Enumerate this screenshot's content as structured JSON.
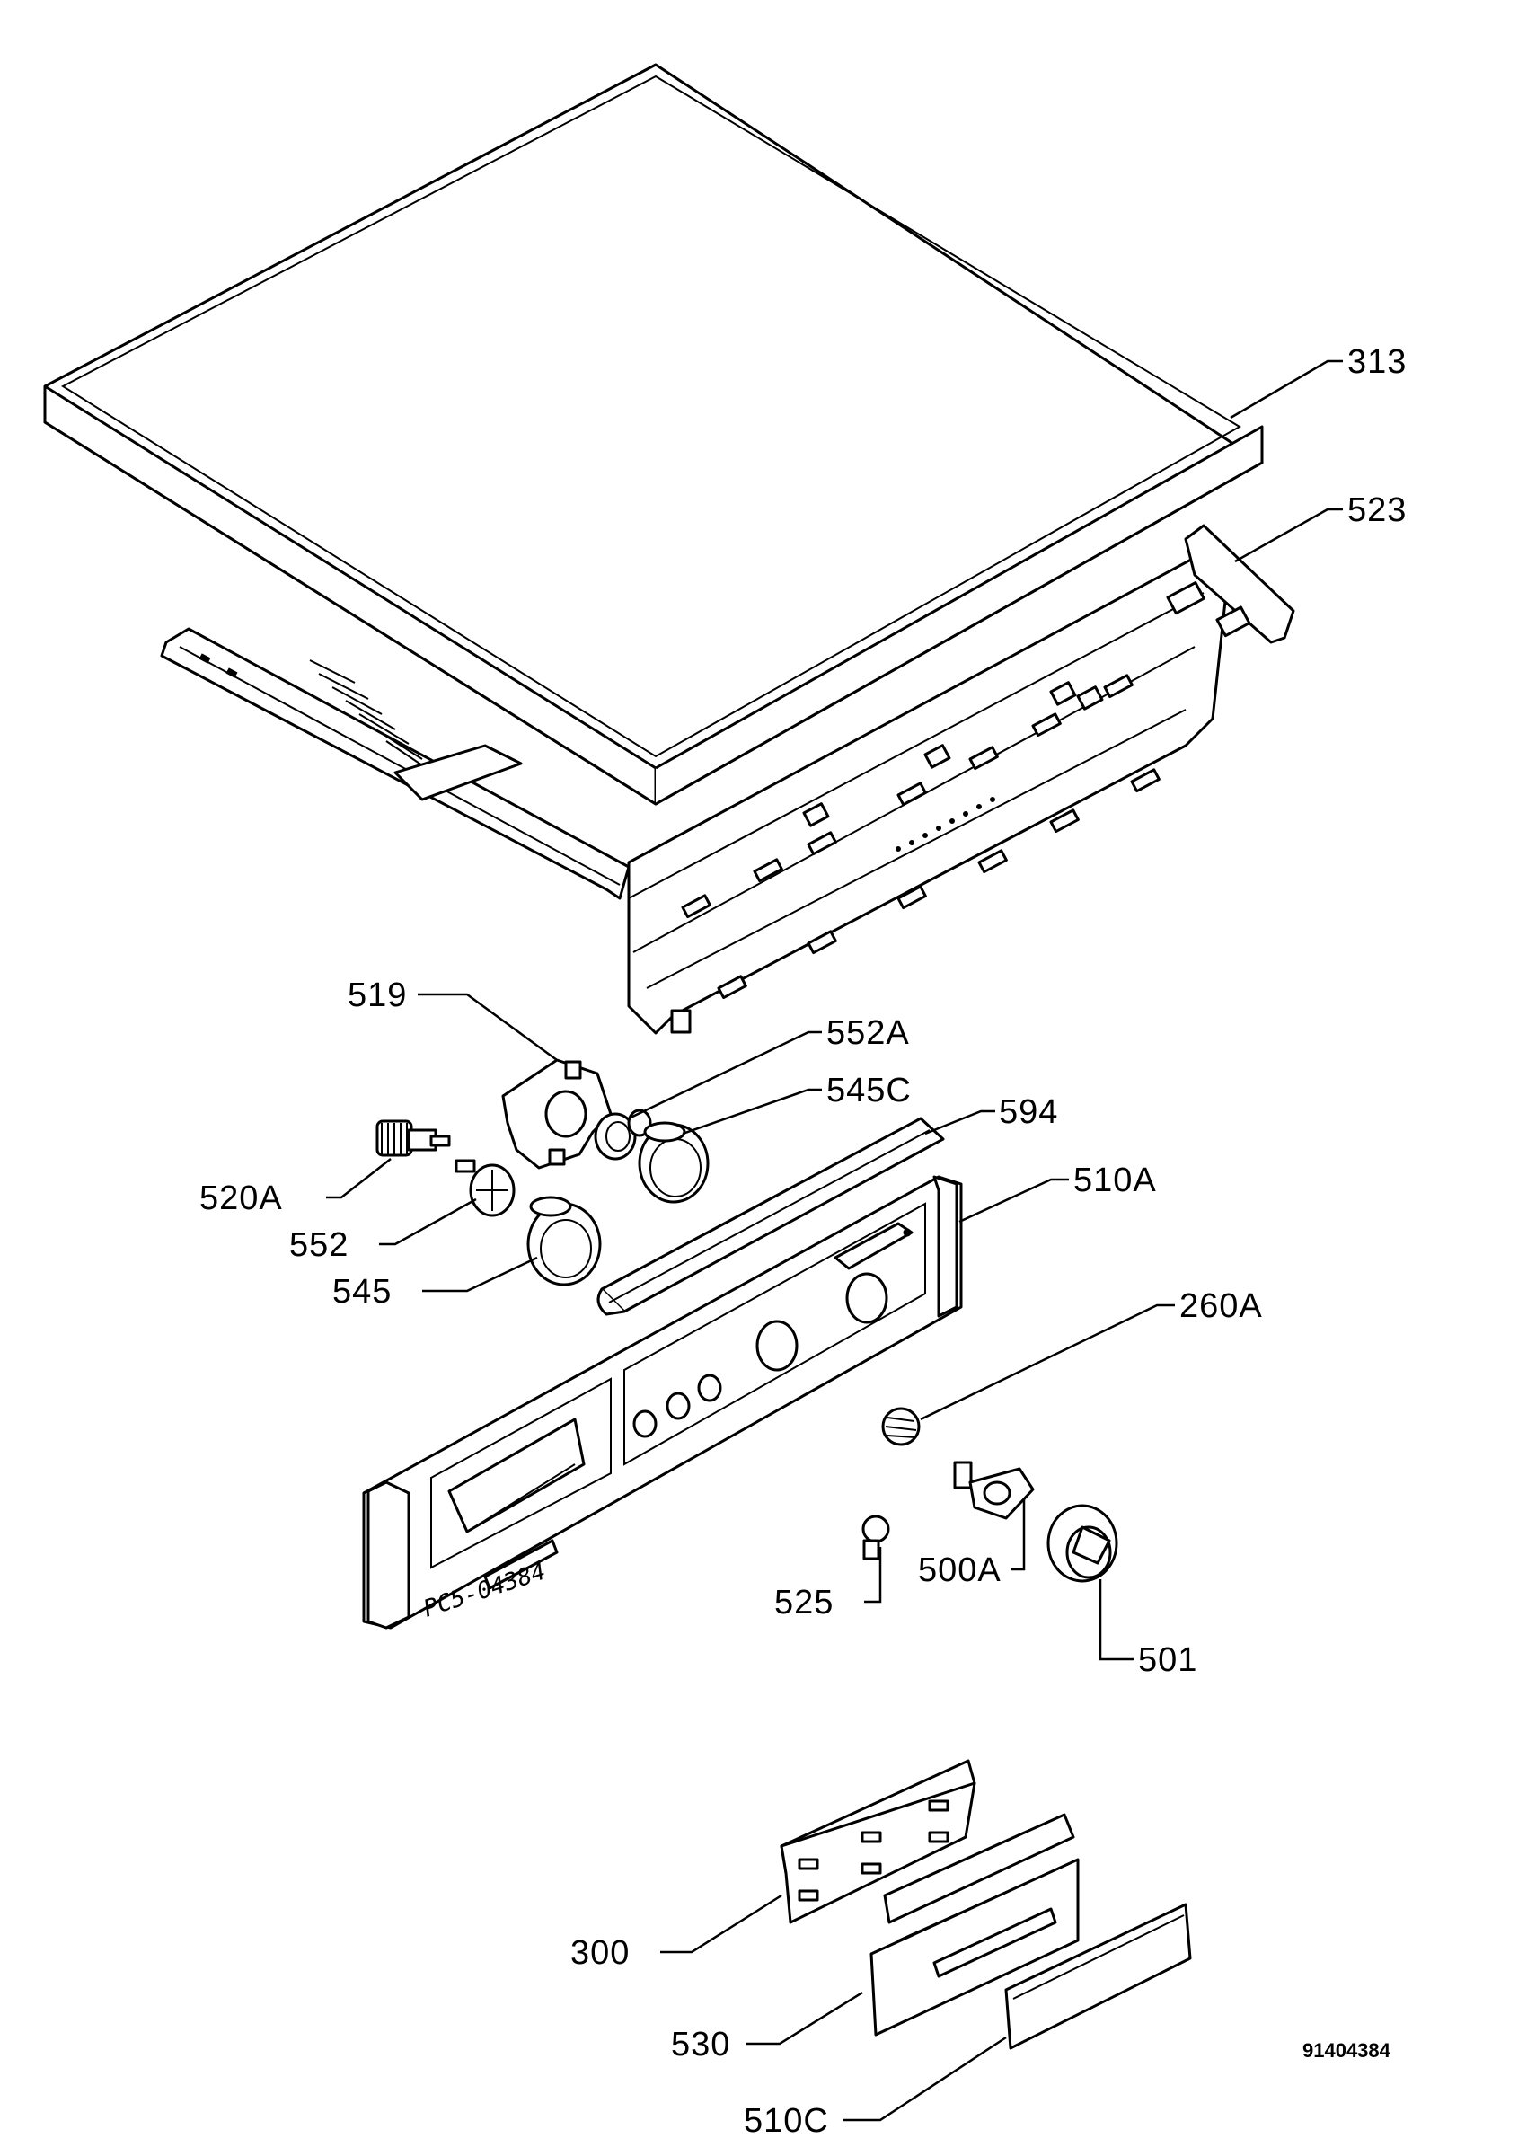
{
  "callouts": {
    "p313": "313",
    "p523": "523",
    "p519": "519",
    "p552A": "552A",
    "p545C": "545C",
    "p594": "594",
    "p510A": "510A",
    "p520A": "520A",
    "p552": "552",
    "p545": "545",
    "p260A": "260A",
    "p525": "525",
    "p500A": "500A",
    "p501": "501",
    "p300": "300",
    "p530": "530",
    "p510C": "510C"
  },
  "panel_stamp": "PC5-04384",
  "document_number": "91404384"
}
